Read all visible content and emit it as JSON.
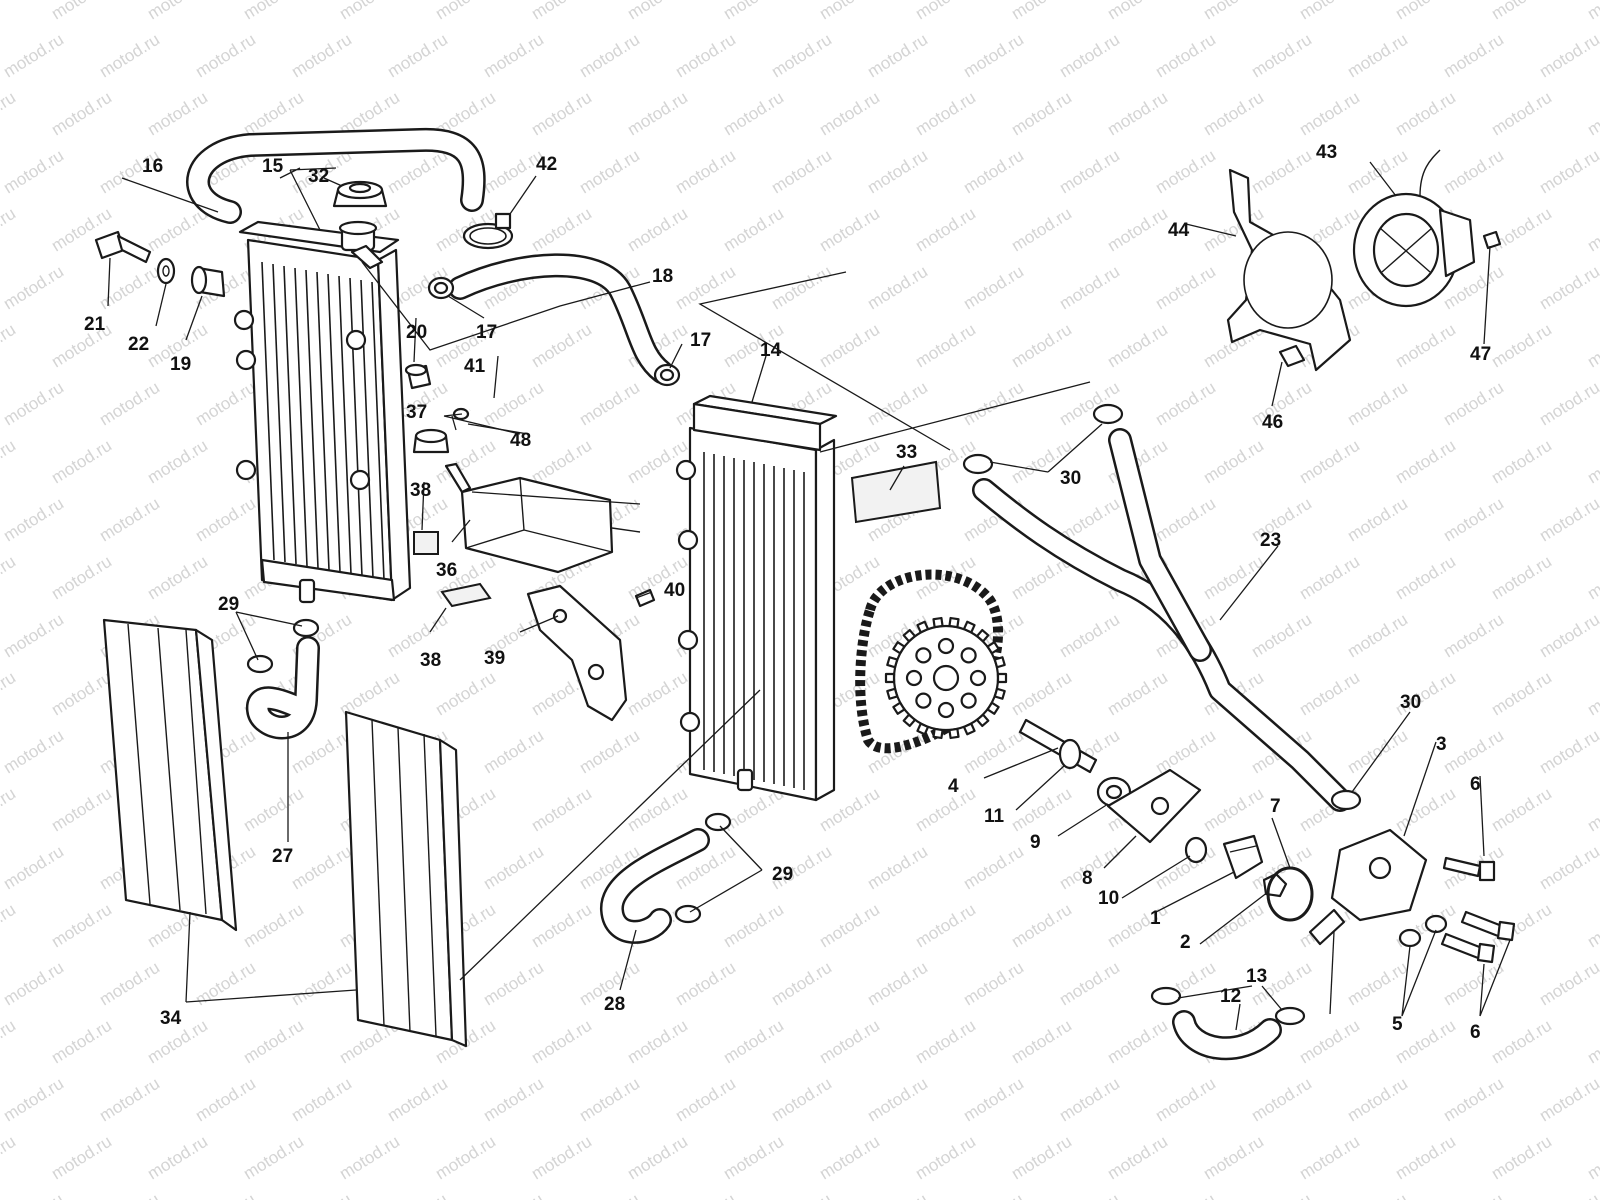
{
  "watermark": "motod.ru",
  "callouts": [
    {
      "id": "c1",
      "label": "1"
    },
    {
      "id": "c2",
      "label": "2"
    },
    {
      "id": "c3",
      "label": "3"
    },
    {
      "id": "c4",
      "label": "4"
    },
    {
      "id": "c5",
      "label": "5"
    },
    {
      "id": "c6a",
      "label": "6"
    },
    {
      "id": "c6b",
      "label": "6"
    },
    {
      "id": "c7",
      "label": "7"
    },
    {
      "id": "c8",
      "label": "8"
    },
    {
      "id": "c9",
      "label": "9"
    },
    {
      "id": "c10",
      "label": "10"
    },
    {
      "id": "c11",
      "label": "11"
    },
    {
      "id": "c12",
      "label": "12"
    },
    {
      "id": "c13",
      "label": "13"
    },
    {
      "id": "c14",
      "label": "14"
    },
    {
      "id": "c15",
      "label": "15"
    },
    {
      "id": "c16",
      "label": "16"
    },
    {
      "id": "c17a",
      "label": "17"
    },
    {
      "id": "c17b",
      "label": "17"
    },
    {
      "id": "c18",
      "label": "18"
    },
    {
      "id": "c19",
      "label": "19"
    },
    {
      "id": "c20",
      "label": "20"
    },
    {
      "id": "c21",
      "label": "21"
    },
    {
      "id": "c22",
      "label": "22"
    },
    {
      "id": "c23",
      "label": "23"
    },
    {
      "id": "c27",
      "label": "27"
    },
    {
      "id": "c28",
      "label": "28"
    },
    {
      "id": "c29a",
      "label": "29"
    },
    {
      "id": "c29b",
      "label": "29"
    },
    {
      "id": "c30a",
      "label": "30"
    },
    {
      "id": "c30b",
      "label": "30"
    },
    {
      "id": "c32",
      "label": "32"
    },
    {
      "id": "c33",
      "label": "33"
    },
    {
      "id": "c34",
      "label": "34"
    },
    {
      "id": "c36",
      "label": "36"
    },
    {
      "id": "c37",
      "label": "37"
    },
    {
      "id": "c38a",
      "label": "38"
    },
    {
      "id": "c38b",
      "label": "38"
    },
    {
      "id": "c39",
      "label": "39"
    },
    {
      "id": "c40",
      "label": "40"
    },
    {
      "id": "c41",
      "label": "41"
    },
    {
      "id": "c42",
      "label": "42"
    },
    {
      "id": "c43",
      "label": "43"
    },
    {
      "id": "c44",
      "label": "44"
    },
    {
      "id": "c46",
      "label": "46"
    },
    {
      "id": "c47",
      "label": "47"
    },
    {
      "id": "c48",
      "label": "48"
    }
  ]
}
